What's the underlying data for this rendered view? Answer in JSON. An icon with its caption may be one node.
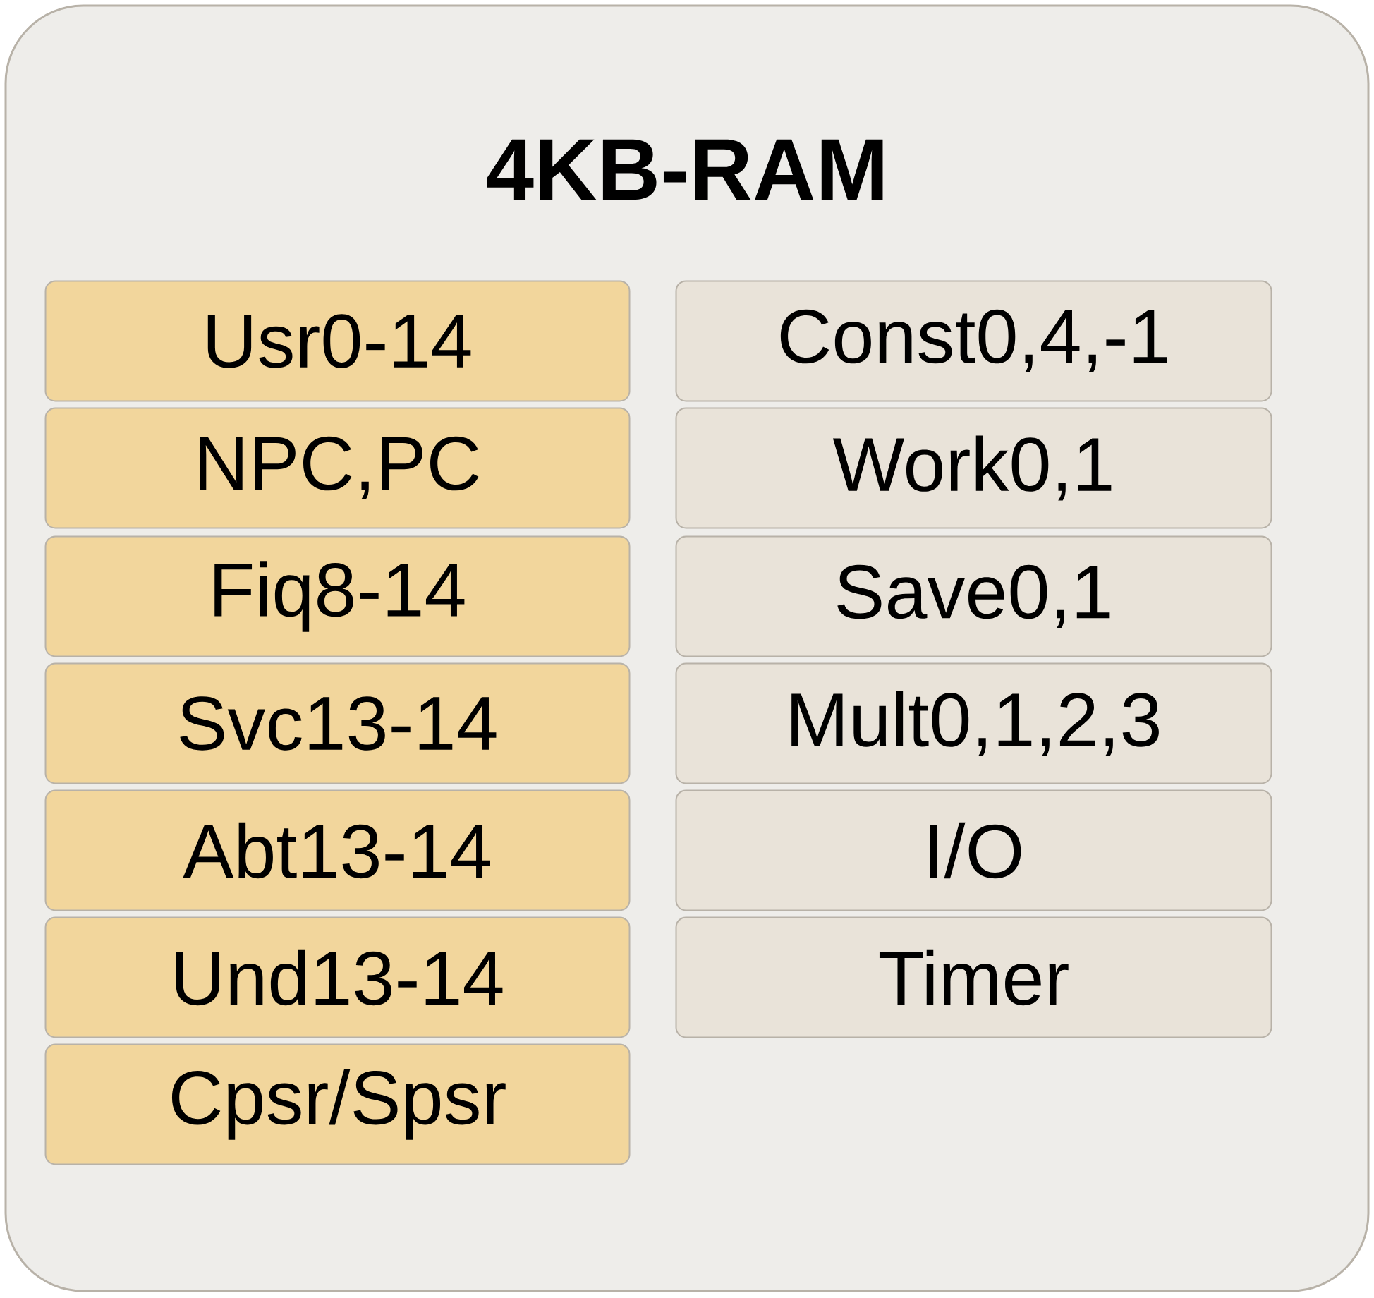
{
  "diagram": {
    "nodes": [
      {
        "text": [
          "4KB-RAM"
        ]
      },
      {
        "text": [
          "Usr0-14"
        ],
        "in": 0
      },
      {
        "text": [
          "NPC,PC"
        ],
        "in": 0
      },
      {
        "text": [
          "Fiq8-14"
        ],
        "in": 0
      },
      {
        "text": [
          "Svc13-14"
        ],
        "in": 0
      },
      {
        "text": [
          "Abt13-14"
        ],
        "in": 0
      },
      {
        "text": [
          "Und13-14"
        ],
        "in": 0
      },
      {
        "text": [
          "Cpsr/Spsr"
        ],
        "in": 0
      },
      {
        "text": [
          "Const0,4,-1"
        ],
        "in": 0
      },
      {
        "text": [
          "Work0,1"
        ],
        "in": 0
      },
      {
        "text": [
          "Save0,1"
        ],
        "in": 0
      },
      {
        "text": [
          "Mult0,1,2,3"
        ],
        "in": 0
      },
      {
        "text": [
          "I/O"
        ],
        "in": 0
      },
      {
        "text": [
          "Timer"
        ],
        "in": 0
      }
    ]
  }
}
